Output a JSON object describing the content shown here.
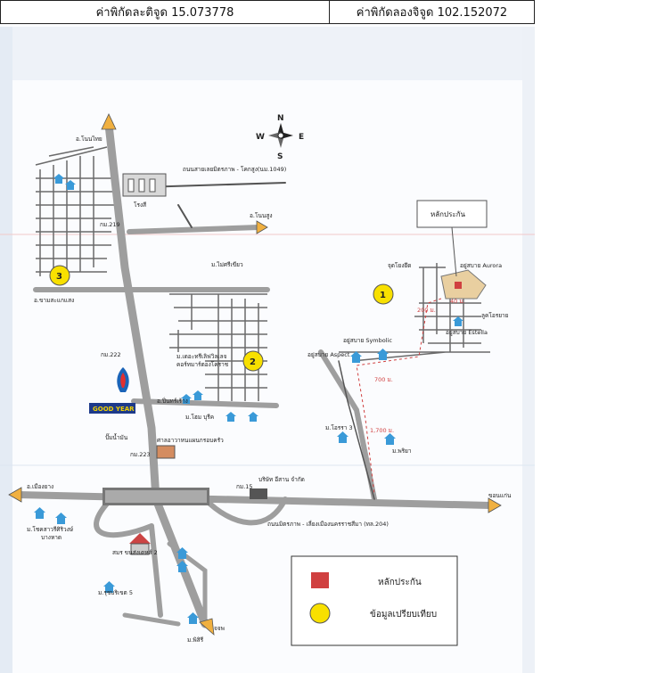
{
  "header": {
    "latitude_text": "ค่าพิกัดละติจูด 15.073778",
    "longitude_text": "ค่าพิกัดลองจิจูด 102.152072"
  },
  "compass": {
    "n": "N",
    "s": "S",
    "e": "E",
    "w": "W"
  },
  "labels": {
    "noen_thai": "อ.โนนไทย",
    "road_1049": "ถนนสายเลยมิตรภาพ - โคกสูง(นม.1049)",
    "factory": "โรงสี",
    "non_sung": "อ.โนนสูง",
    "km219": "กม.219",
    "mai_si_kiew": "ม.ไม่ศรีเขียว",
    "kham_sakaesaeng": "อ.ขามสะแกแสง",
    "km222": "กม.222",
    "thai_village": "ม.เดอะทรีเลิฟวิลเลจ",
    "police": "คอร์ทมาร์ตองโคราช",
    "pim_lak": "อ.ปิ่นทร์เร้าง",
    "home_buri": "ม.โฮม บุรีค",
    "goodyear": "GOOD YEAR",
    "petrol": "ปั๊มน้ำมัน",
    "km223": "กม.223",
    "workshop": "ศาลอาวาหนแผนกรอบครัว",
    "mueang_yang": "อ.เมืองยาง",
    "km15": "กม.15",
    "company": "บริษัท อีสาน จำกัด",
    "khon_kaen": "ขอนแก่น",
    "road_204": "ถนนมิตรภาพ - เลี่ยงเมืองนครราชสีมา (ทล.204)",
    "siriwong": "ม.โชคสาวรีศิริวงษ์",
    "ban_hat": "บางหาด",
    "saman": "สมร ขนส่งเดหส์ 2",
    "ruchi": "ม.รุชบริเขต 5",
    "khon_kaen_s": "จจพ",
    "phisiri": "ม.พิสิรี",
    "lak_prakan": "หลักประกัน",
    "juct": "จุดโยงยึด",
    "aurora": "อยู่สบาย Aurora",
    "m40": "40 ม.",
    "m200": "200 ม.",
    "khlong": "ลูคโอรยาย",
    "estella": "อยู่สบาย Estella",
    "symbolic": "อยู่สบาย Symbolic",
    "aspect": "อยู่สบาย Aspect",
    "m700": "700 ม.",
    "jotara": "ม.โอรรา 3",
    "m1700": "1,700 ม.",
    "phriya": "ม.พริยา",
    "num1": "1",
    "num2": "2",
    "num3": "3"
  },
  "legend": {
    "collateral": "หลักประกัน",
    "comparison": "ข้อมูลเปรียบเทียบ"
  },
  "colors": {
    "road": "#9e9e9e",
    "arrow": "#f0b040",
    "marker_red": "#d04040",
    "marker_yellow": "#f8e000",
    "house": "#3a9ad8",
    "band": "#eaf0f8"
  }
}
